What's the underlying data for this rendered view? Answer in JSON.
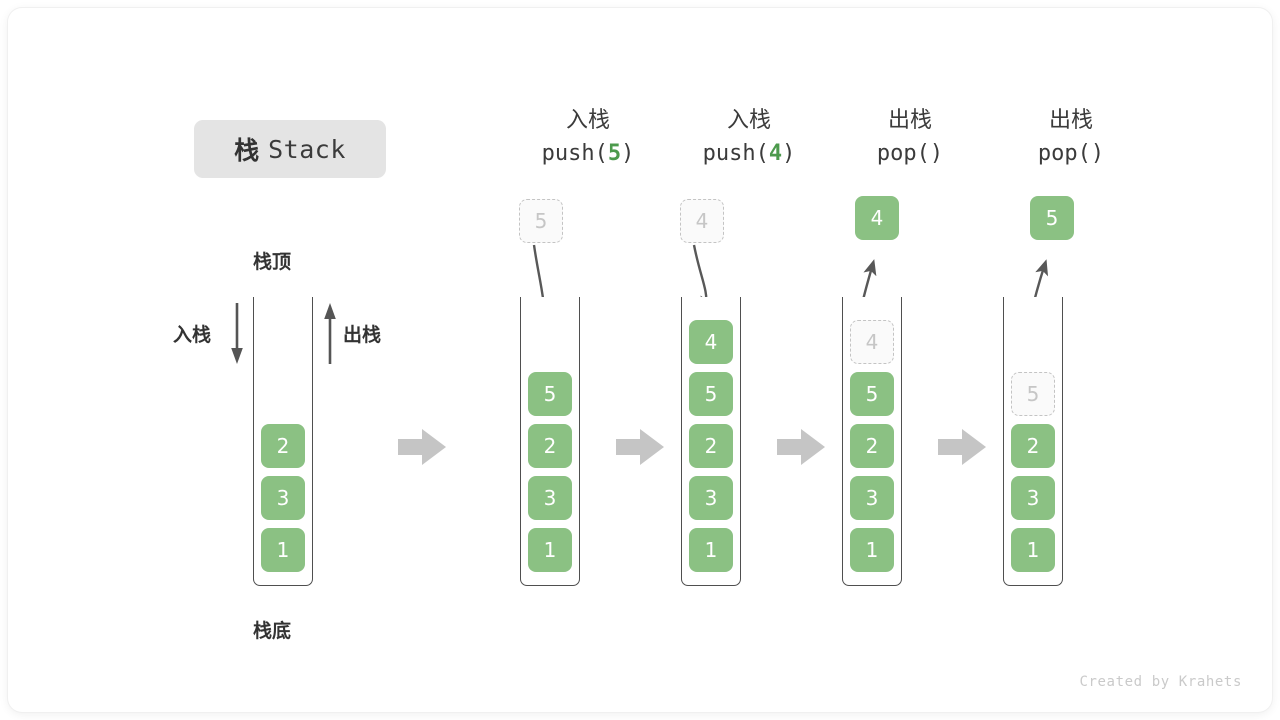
{
  "title": {
    "cjk": "栈",
    "latin": "Stack"
  },
  "labels": {
    "top": "栈顶",
    "bottom": "栈底",
    "push_side": "入栈",
    "pop_side": "出栈"
  },
  "credit": "Created by Krahets",
  "colors": {
    "element_green": "#8bc183",
    "ghost_fill": "#fafafa",
    "ghost_border": "#c4c4c4",
    "arrow_gray": "#c5c5c5",
    "curve_gray": "#585858",
    "badge_bg": "#e4e4e4",
    "text_dark": "#333333",
    "accent_code_green": "#4c9a4c"
  },
  "steps": [
    {
      "caption_cjk": "",
      "caption_code": "",
      "caption_arg": "",
      "elements": [
        "2",
        "3",
        "1"
      ],
      "ghost_in_stack": null,
      "floating": null,
      "floating_state": "none"
    },
    {
      "caption_cjk": "入栈",
      "caption_code_before": "push(",
      "caption_arg": "5",
      "caption_code_after": ")",
      "elements": [
        "5",
        "2",
        "3",
        "1"
      ],
      "ghost_in_stack": null,
      "floating": "5",
      "floating_state": "ghost"
    },
    {
      "caption_cjk": "入栈",
      "caption_code_before": "push(",
      "caption_arg": "4",
      "caption_code_after": ")",
      "elements": [
        "4",
        "5",
        "2",
        "3",
        "1"
      ],
      "ghost_in_stack": null,
      "floating": "4",
      "floating_state": "ghost"
    },
    {
      "caption_cjk": "出栈",
      "caption_code_before": "pop(",
      "caption_arg": "",
      "caption_code_after": ")",
      "elements": [
        "5",
        "2",
        "3",
        "1"
      ],
      "ghost_in_stack": "4",
      "floating": "4",
      "floating_state": "solid"
    },
    {
      "caption_cjk": "出栈",
      "caption_code_before": "pop(",
      "caption_arg": "",
      "caption_code_after": ")",
      "elements": [
        "2",
        "3",
        "1"
      ],
      "ghost_in_stack": "5",
      "floating": "5",
      "floating_state": "solid"
    }
  ],
  "flow_arrows": 4
}
